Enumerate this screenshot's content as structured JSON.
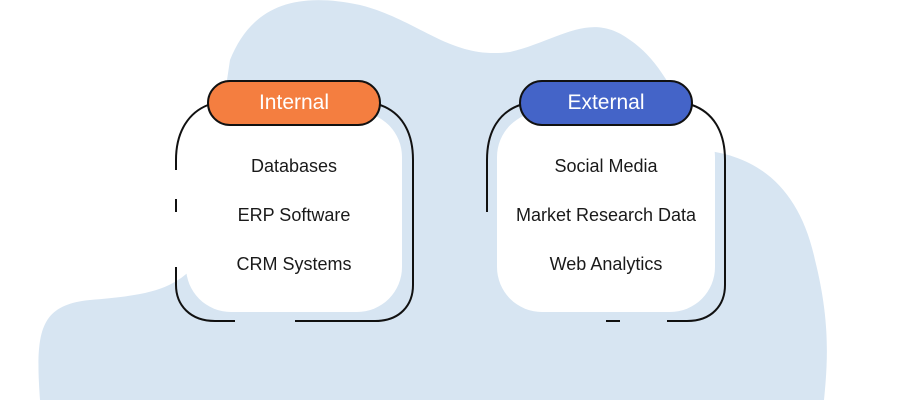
{
  "colors": {
    "background_blob": "#d7e5f2",
    "internal_accent": "#f47e40",
    "external_accent": "#4464c8",
    "outline": "#111111",
    "card": "#ffffff"
  },
  "groups": [
    {
      "label": "Internal",
      "items": [
        "Databases",
        "ERP Software",
        "CRM Systems"
      ]
    },
    {
      "label": "External",
      "items": [
        "Social Media",
        "Market Research Data",
        "Web Analytics"
      ]
    }
  ]
}
